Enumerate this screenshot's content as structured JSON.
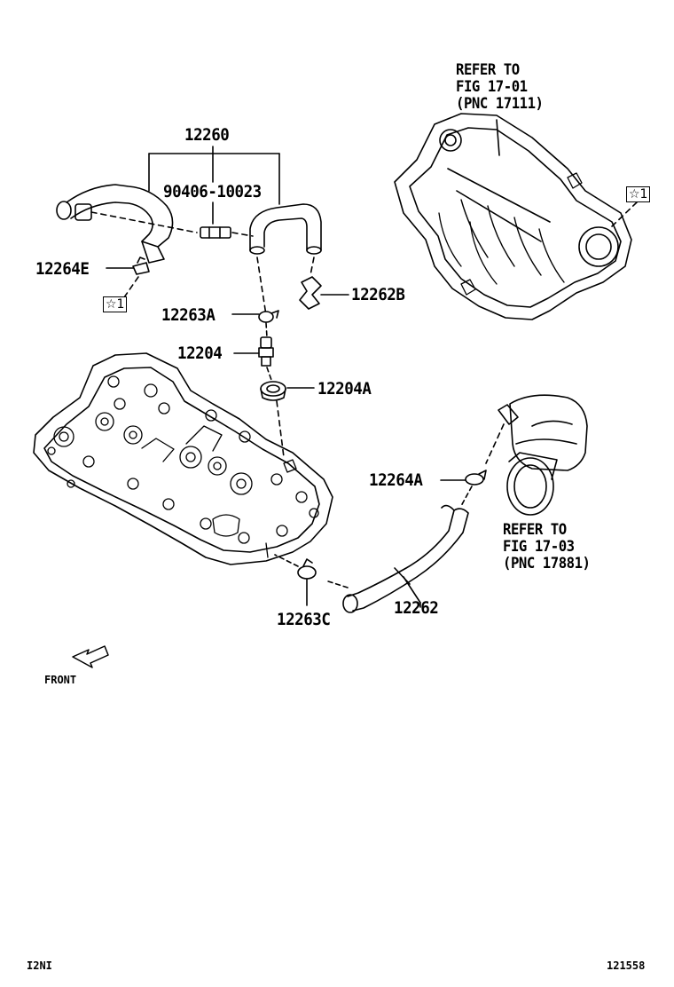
{
  "parts": {
    "p12260": "12260",
    "p90406": "90406-10023",
    "p12264E": "12264E",
    "p12263A": "12263A",
    "p12262B": "12262B",
    "p12204": "12204",
    "p12204A": "12204A",
    "p12264A": "12264A",
    "p12263C": "12263C",
    "p12262": "12262"
  },
  "refer_intake": [
    "REFER TO",
    "FIG 17-01",
    "(PNC 17111)"
  ],
  "refer_airhose": [
    "REFER TO",
    "FIG 17-03",
    "(PNC 17881)"
  ],
  "star_marker": "☆1",
  "front_label": "FRONT",
  "footer": {
    "left_code": "I2NI",
    "right_code": "121558"
  },
  "colors": {
    "line": "#000000",
    "background": "#ffffff"
  }
}
